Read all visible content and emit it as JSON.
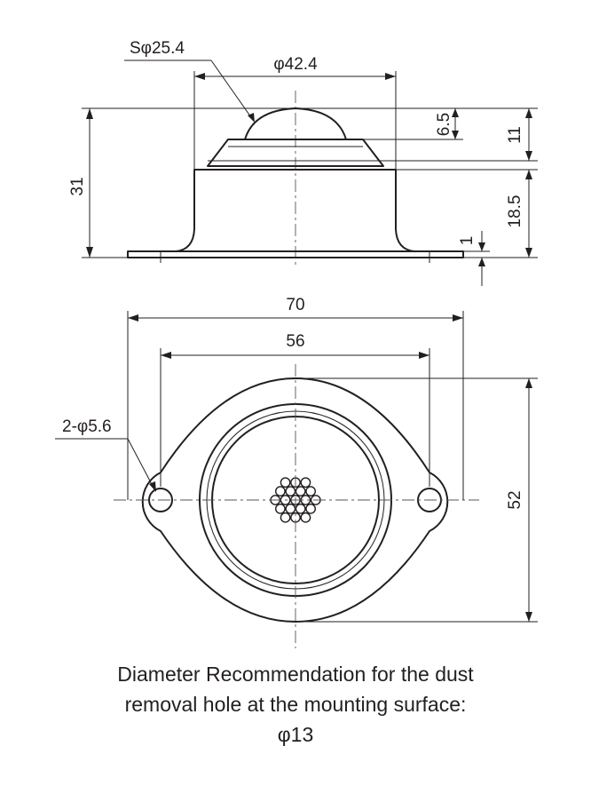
{
  "side_view": {
    "ball_diameter": "Sφ25.4",
    "flange_diameter": "φ42.4",
    "total_height": "31",
    "ball_protrusion": "6.5",
    "top_height": "11",
    "body_height": "18.5",
    "base_thickness": "1"
  },
  "plan_view": {
    "overall_width": "70",
    "hole_pitch": "56",
    "mount_holes": "2-φ5.6",
    "overall_depth": "52"
  },
  "caption": {
    "line1": "Diameter Recommendation for the dust",
    "line2": "removal hole at the mounting surface:",
    "line3": "φ13"
  }
}
